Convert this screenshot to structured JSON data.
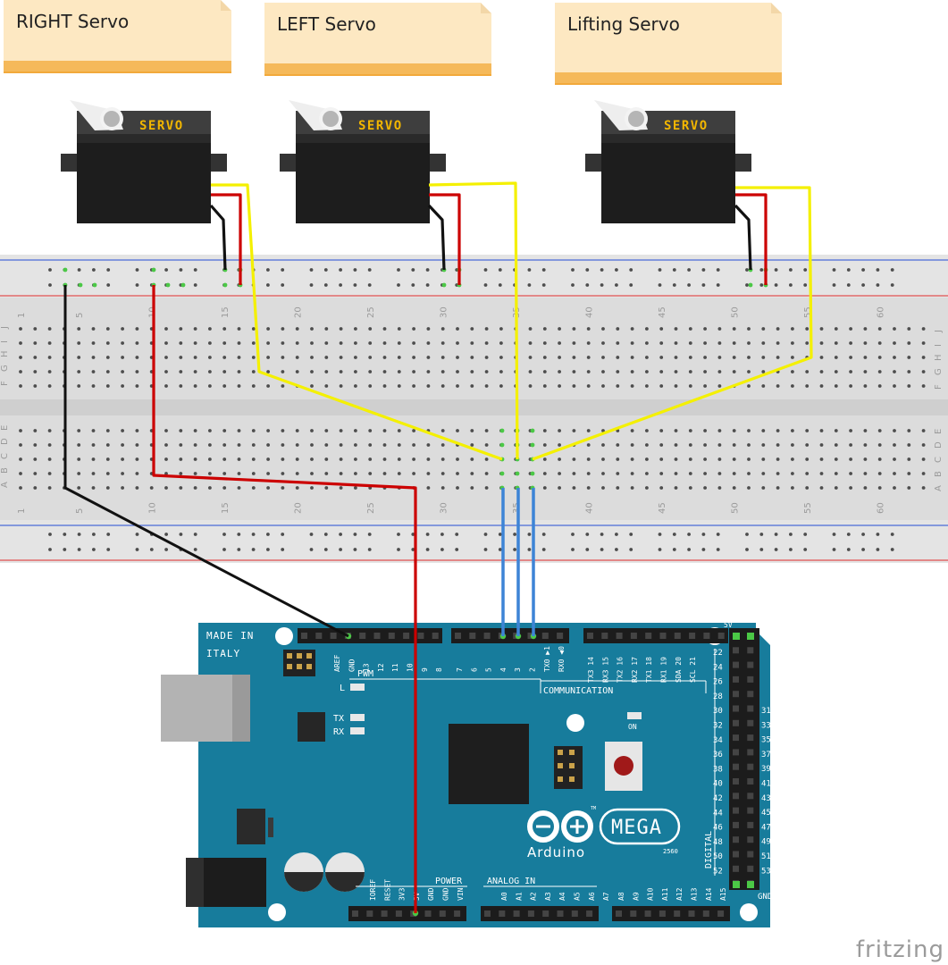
{
  "notes": {
    "right": "RIGHT Servo",
    "left": "LEFT Servo",
    "lifting": "Lifting Servo"
  },
  "servo_label": "SERVO",
  "breadboard": {
    "top_numbers": [
      "1",
      "5",
      "10",
      "15",
      "20",
      "25",
      "30",
      "35",
      "40",
      "45",
      "50",
      "55",
      "60"
    ],
    "rows_top": [
      "J",
      "I",
      "H",
      "G",
      "F"
    ],
    "rows_bottom": [
      "E",
      "D",
      "C",
      "B",
      "A"
    ]
  },
  "board": {
    "made_in": "MADE IN",
    "italy": "ITALY",
    "pwm": "PWM",
    "communication": "COMMUNICATION",
    "led_l": "L",
    "tx": "TX",
    "rx": "RX",
    "on": "ON",
    "power": "POWER",
    "analog_in": "ANALOG IN",
    "digital": "DIGITAL",
    "gnd": "GND",
    "five_v": "5V",
    "brand": "Arduino",
    "model": "MEGA",
    "tm": "TM",
    "model_num": "2560",
    "top_pins_left": [
      "AREF",
      "GND",
      "13",
      "12",
      "11",
      "10",
      "9",
      "8"
    ],
    "top_pins_mid": [
      "7",
      "6",
      "5",
      "4",
      "3",
      "2",
      "TX0 ▶1",
      "RX0 ◀0"
    ],
    "top_pins_right": [
      "TX3 14",
      "RX3 15",
      "TX2 16",
      "RX2 17",
      "TX1 18",
      "RX1 19",
      "SDA 20",
      "SCL 21"
    ],
    "power_pins": [
      "IOREF",
      "RESET",
      "3V3",
      "5V",
      "GND",
      "GND",
      "VIN"
    ],
    "analog_left": [
      "A0",
      "A1",
      "A2",
      "A3",
      "A4",
      "A5",
      "A6",
      "A7"
    ],
    "analog_right": [
      "A8",
      "A9",
      "A10",
      "A11",
      "A12",
      "A13",
      "A14",
      "A15"
    ],
    "digital_left": [
      "22",
      "24",
      "26",
      "28",
      "30",
      "32",
      "34",
      "36",
      "38",
      "40",
      "42",
      "44",
      "46",
      "48",
      "50",
      "52"
    ],
    "digital_right": [
      "31",
      "33",
      "35",
      "37",
      "39",
      "41",
      "43",
      "45",
      "47",
      "49",
      "51",
      "53"
    ]
  },
  "colors": {
    "board": "#177c9c",
    "wire_yellow": "#f4f000",
    "wire_red": "#cc0000",
    "wire_black": "#111111",
    "wire_blue": "#3d84d6"
  },
  "watermark": "fritzing"
}
